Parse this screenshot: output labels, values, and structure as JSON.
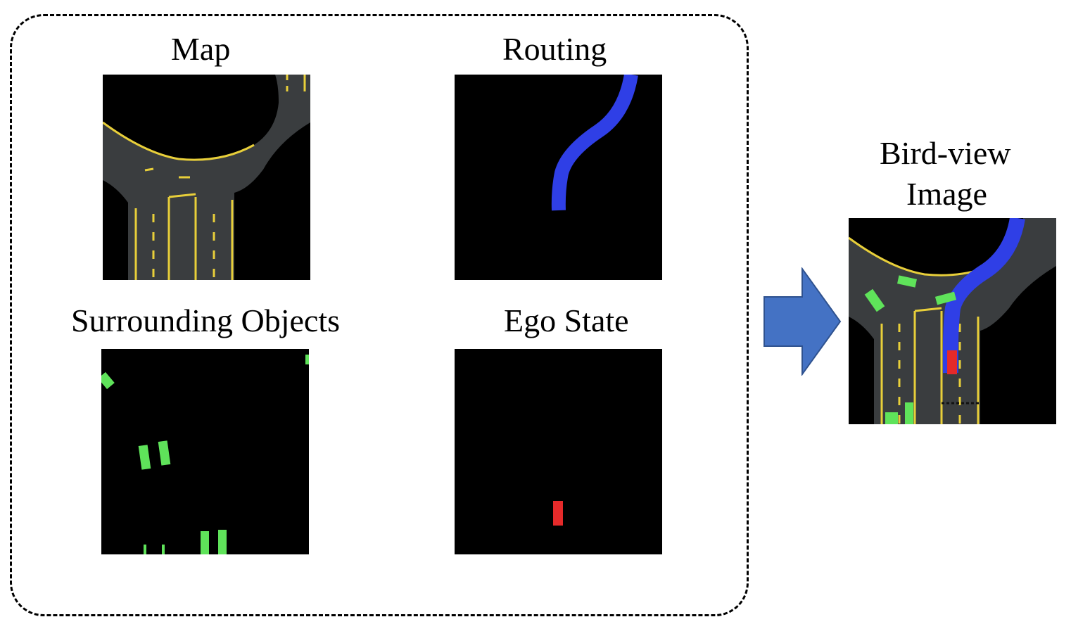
{
  "labels": {
    "map": "Map",
    "routing": "Routing",
    "surrounding_objects": "Surrounding Objects",
    "ego_state": "Ego State",
    "bird_view_line1": "Bird-view",
    "bird_view_line2": "Image"
  },
  "colors": {
    "road": "#3a3d3f",
    "lane_line": "#e8cf3a",
    "route": "#2f3fe6",
    "objects": "#5fe35a",
    "ego": "#e52a2a",
    "arrow": "#4472c4",
    "background": "#000000"
  }
}
